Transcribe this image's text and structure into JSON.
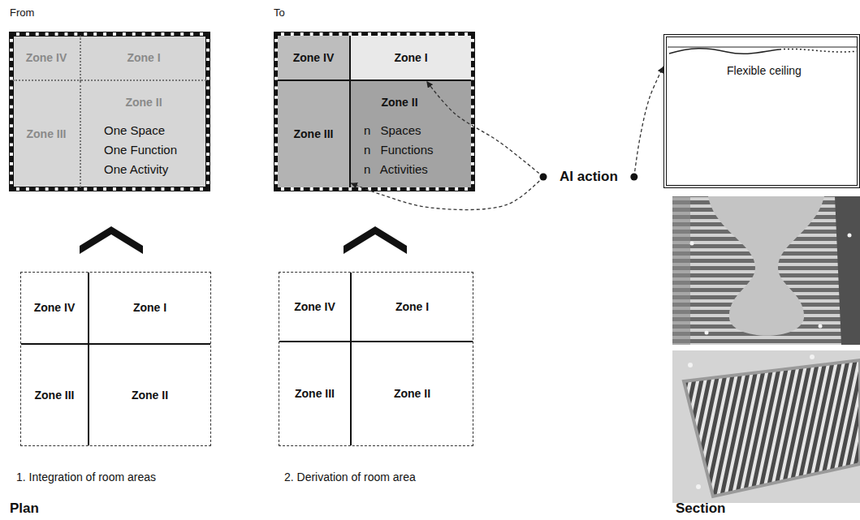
{
  "diagram": {
    "nodes": [
      {
        "text": [
          "From"
        ]
      },
      {
        "text": [
          "Zone IV"
        ],
        "in": 0
      },
      {
        "text": [
          "Zone I"
        ],
        "in": 0
      },
      {
        "text": [
          "Zone II",
          "One Space One Function One Activity"
        ],
        "in": 0
      },
      {
        "text": [
          "Zone III"
        ],
        "in": 0
      },
      {
        "text": [
          "To"
        ]
      },
      {
        "text": [
          "Zone IV"
        ],
        "in": 5
      },
      {
        "text": [
          "Zone I"
        ],
        "in": 5
      },
      {
        "text": [
          "Zone II",
          "n Spaces n Functions n Activities"
        ],
        "in": 5
      },
      {
        "text": [
          "Zone III"
        ],
        "in": 5
      },
      {
        "text": [
          "AI action"
        ]
      },
      {
        "text": [
          "Flexible ceiling"
        ]
      },
      {
        "text": [
          "1. Integration of room areas"
        ]
      },
      {
        "text": [
          "Zone IV"
        ],
        "in": 12
      },
      {
        "text": [
          "Zone I"
        ],
        "in": 12
      },
      {
        "text": [
          "Zone III"
        ],
        "in": 12
      },
      {
        "text": [
          "Zone II"
        ],
        "in": 12
      },
      {
        "text": [
          "2. Derivation of room area"
        ]
      },
      {
        "text": [
          "Zone IV"
        ],
        "in": 17
      },
      {
        "text": [
          "Zone I"
        ],
        "in": 17
      },
      {
        "text": [
          "Zone III"
        ],
        "in": 17
      },
      {
        "text": [
          "Zone II"
        ],
        "in": 17
      }
    ],
    "edges": [
      {
        "from": 10,
        "to": 7,
        "arrow": "to"
      },
      {
        "from": 10,
        "to": 9,
        "arrow": "to"
      },
      {
        "from": 10,
        "to": 11,
        "arrow": "to"
      }
    ],
    "labels": [
      "Plan",
      "Section"
    ]
  }
}
